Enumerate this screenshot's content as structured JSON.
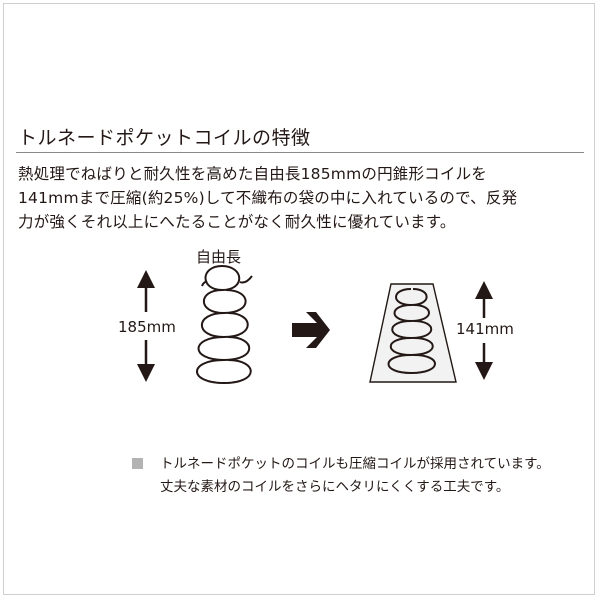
{
  "heading": "トルネードポケットコイルの特徴",
  "description": [
    "熱処理でねばりと耐久性を高めた自由長185mmの円錐形コイルを",
    "141mmまで圧縮(約25%)して不織布の袋の中に入れているので、反発",
    "力が強くそれ以上にへたることがなく耐久性に優れています。"
  ],
  "diagram": {
    "free_length_label": "自由長",
    "free_length_value": "185mm",
    "compressed_value": "141mm"
  },
  "note": {
    "line1": "トルネードポケットのコイルも圧縮コイルが採用されています。",
    "line2": "丈夫な素材のコイルをさらにヘタリにくくする工夫です。"
  },
  "colors": {
    "ink": "#231815",
    "rule": "#8a8a8a",
    "bag_fill": "#f2f2f2",
    "note_square": "#b3b3b3"
  },
  "icons": {
    "arrow": "right-arrow-icon",
    "dimension": "double-arrow-icon",
    "bullet": "square-bullet-icon"
  }
}
